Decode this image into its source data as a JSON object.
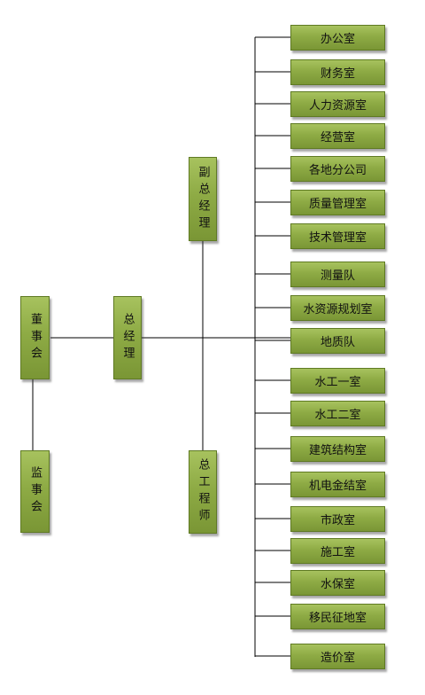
{
  "org": {
    "board": "董事会",
    "supervisors": "监事会",
    "general_manager": "总经理",
    "vice_general_manager": "副总经理",
    "chief_engineer": "总工程师",
    "departments": [
      "办公室",
      "财务室",
      "人力资源室",
      "经营室",
      "各地分公司",
      "质量管理室",
      "技术管理室",
      "测量队",
      "水资源规划室",
      "地质队",
      "水工一室",
      "水工二室",
      "建筑结构室",
      "机电金结室",
      "市政室",
      "施工室",
      "水保室",
      "移民征地室",
      "造价室"
    ]
  }
}
